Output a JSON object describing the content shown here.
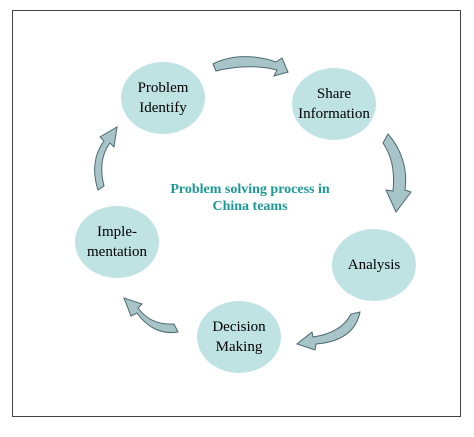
{
  "title": "Problem solving process in\nChina teams",
  "steps": [
    {
      "label": "Problem\nIdentify"
    },
    {
      "label": "Share\nInformation"
    },
    {
      "label": "Analysis"
    },
    {
      "label": "Decision\nMaking"
    },
    {
      "label": "Imple-\nmentation"
    }
  ],
  "colors": {
    "node_fill": "#bfe3e3",
    "arrow_fill": "#a7c4c8",
    "arrow_stroke": "#4d6a70",
    "title_color": "#1a9a96",
    "frame_border": "#444444"
  },
  "arrow_icon": "curved-arrow-icon"
}
